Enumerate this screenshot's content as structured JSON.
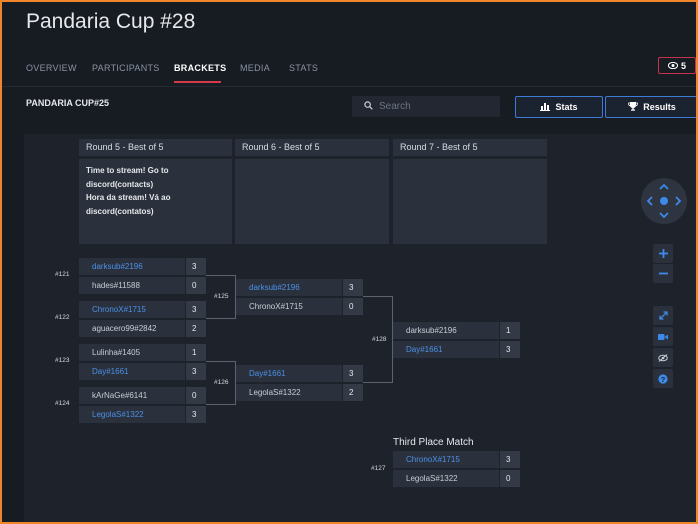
{
  "page": {
    "title": "Pandaria Cup #28",
    "tabs": [
      {
        "label": "OVERVIEW"
      },
      {
        "label": "PARTICIPANTS"
      },
      {
        "label": "BRACKETS"
      },
      {
        "label": "MEDIA"
      },
      {
        "label": "STATS"
      }
    ],
    "active_tab": "BRACKETS",
    "viewer_count": "5"
  },
  "toolbar": {
    "bracket_name": "PANDARIA CUP#25",
    "search_placeholder": "Search",
    "stats_label": "Stats",
    "results_label": "Results"
  },
  "rounds": [
    {
      "title": "Round 5 - Best of 5",
      "note_lines": [
        "Time to stream! Go to",
        "discord(contacts)",
        "Hora da stream! Vá ao",
        "discord(contatos)"
      ]
    },
    {
      "title": "Round 6 - Best of 5",
      "note_lines": []
    },
    {
      "title": "Round 7 - Best of 5",
      "note_lines": []
    }
  ],
  "matches": {
    "m121": {
      "id": "#121",
      "p1": {
        "name": "darksub#2196",
        "score": "3"
      },
      "p2": {
        "name": "hades#11588",
        "score": "0"
      }
    },
    "m122": {
      "id": "#122",
      "p1": {
        "name": "ChronoX#1715",
        "score": "3"
      },
      "p2": {
        "name": "aguacero99#2842",
        "score": "2"
      }
    },
    "m123": {
      "id": "#123",
      "p1": {
        "name": "Lulinha#1405",
        "score": "1"
      },
      "p2": {
        "name": "Day#1661",
        "score": "3"
      }
    },
    "m124": {
      "id": "#124",
      "p1": {
        "name": "kArNaGe#6141",
        "score": "0"
      },
      "p2": {
        "name": "LegolaS#1322",
        "score": "3"
      }
    },
    "m125": {
      "id": "#125",
      "p1": {
        "name": "darksub#2196",
        "score": "3"
      },
      "p2": {
        "name": "ChronoX#1715",
        "score": "0"
      }
    },
    "m126": {
      "id": "#126",
      "p1": {
        "name": "Day#1661",
        "score": "3"
      },
      "p2": {
        "name": "LegolaS#1322",
        "score": "2"
      }
    },
    "m128": {
      "id": "#128",
      "p1": {
        "name": "darksub#2196",
        "score": "1"
      },
      "p2": {
        "name": "Day#1661",
        "score": "3"
      }
    },
    "m127": {
      "id": "#127",
      "p1": {
        "name": "ChronoX#1715",
        "score": "3"
      },
      "p2": {
        "name": "LegolaS#1322",
        "score": "0"
      }
    }
  },
  "third_place_label": "Third Place Match",
  "colors": {
    "accent": "#3d7bd6",
    "winner_text": "#4a90e8",
    "tab_underline": "#d33a4a",
    "background": "#171b22"
  },
  "icons": [
    "eye-icon",
    "search-icon",
    "bar-chart-icon",
    "trophy-icon",
    "dpad-up-icon",
    "dpad-left-icon",
    "dpad-center-icon",
    "dpad-right-icon",
    "dpad-down-icon",
    "zoom-in-icon",
    "zoom-out-icon",
    "expand-icon",
    "video-icon",
    "hide-icon",
    "help-icon"
  ]
}
